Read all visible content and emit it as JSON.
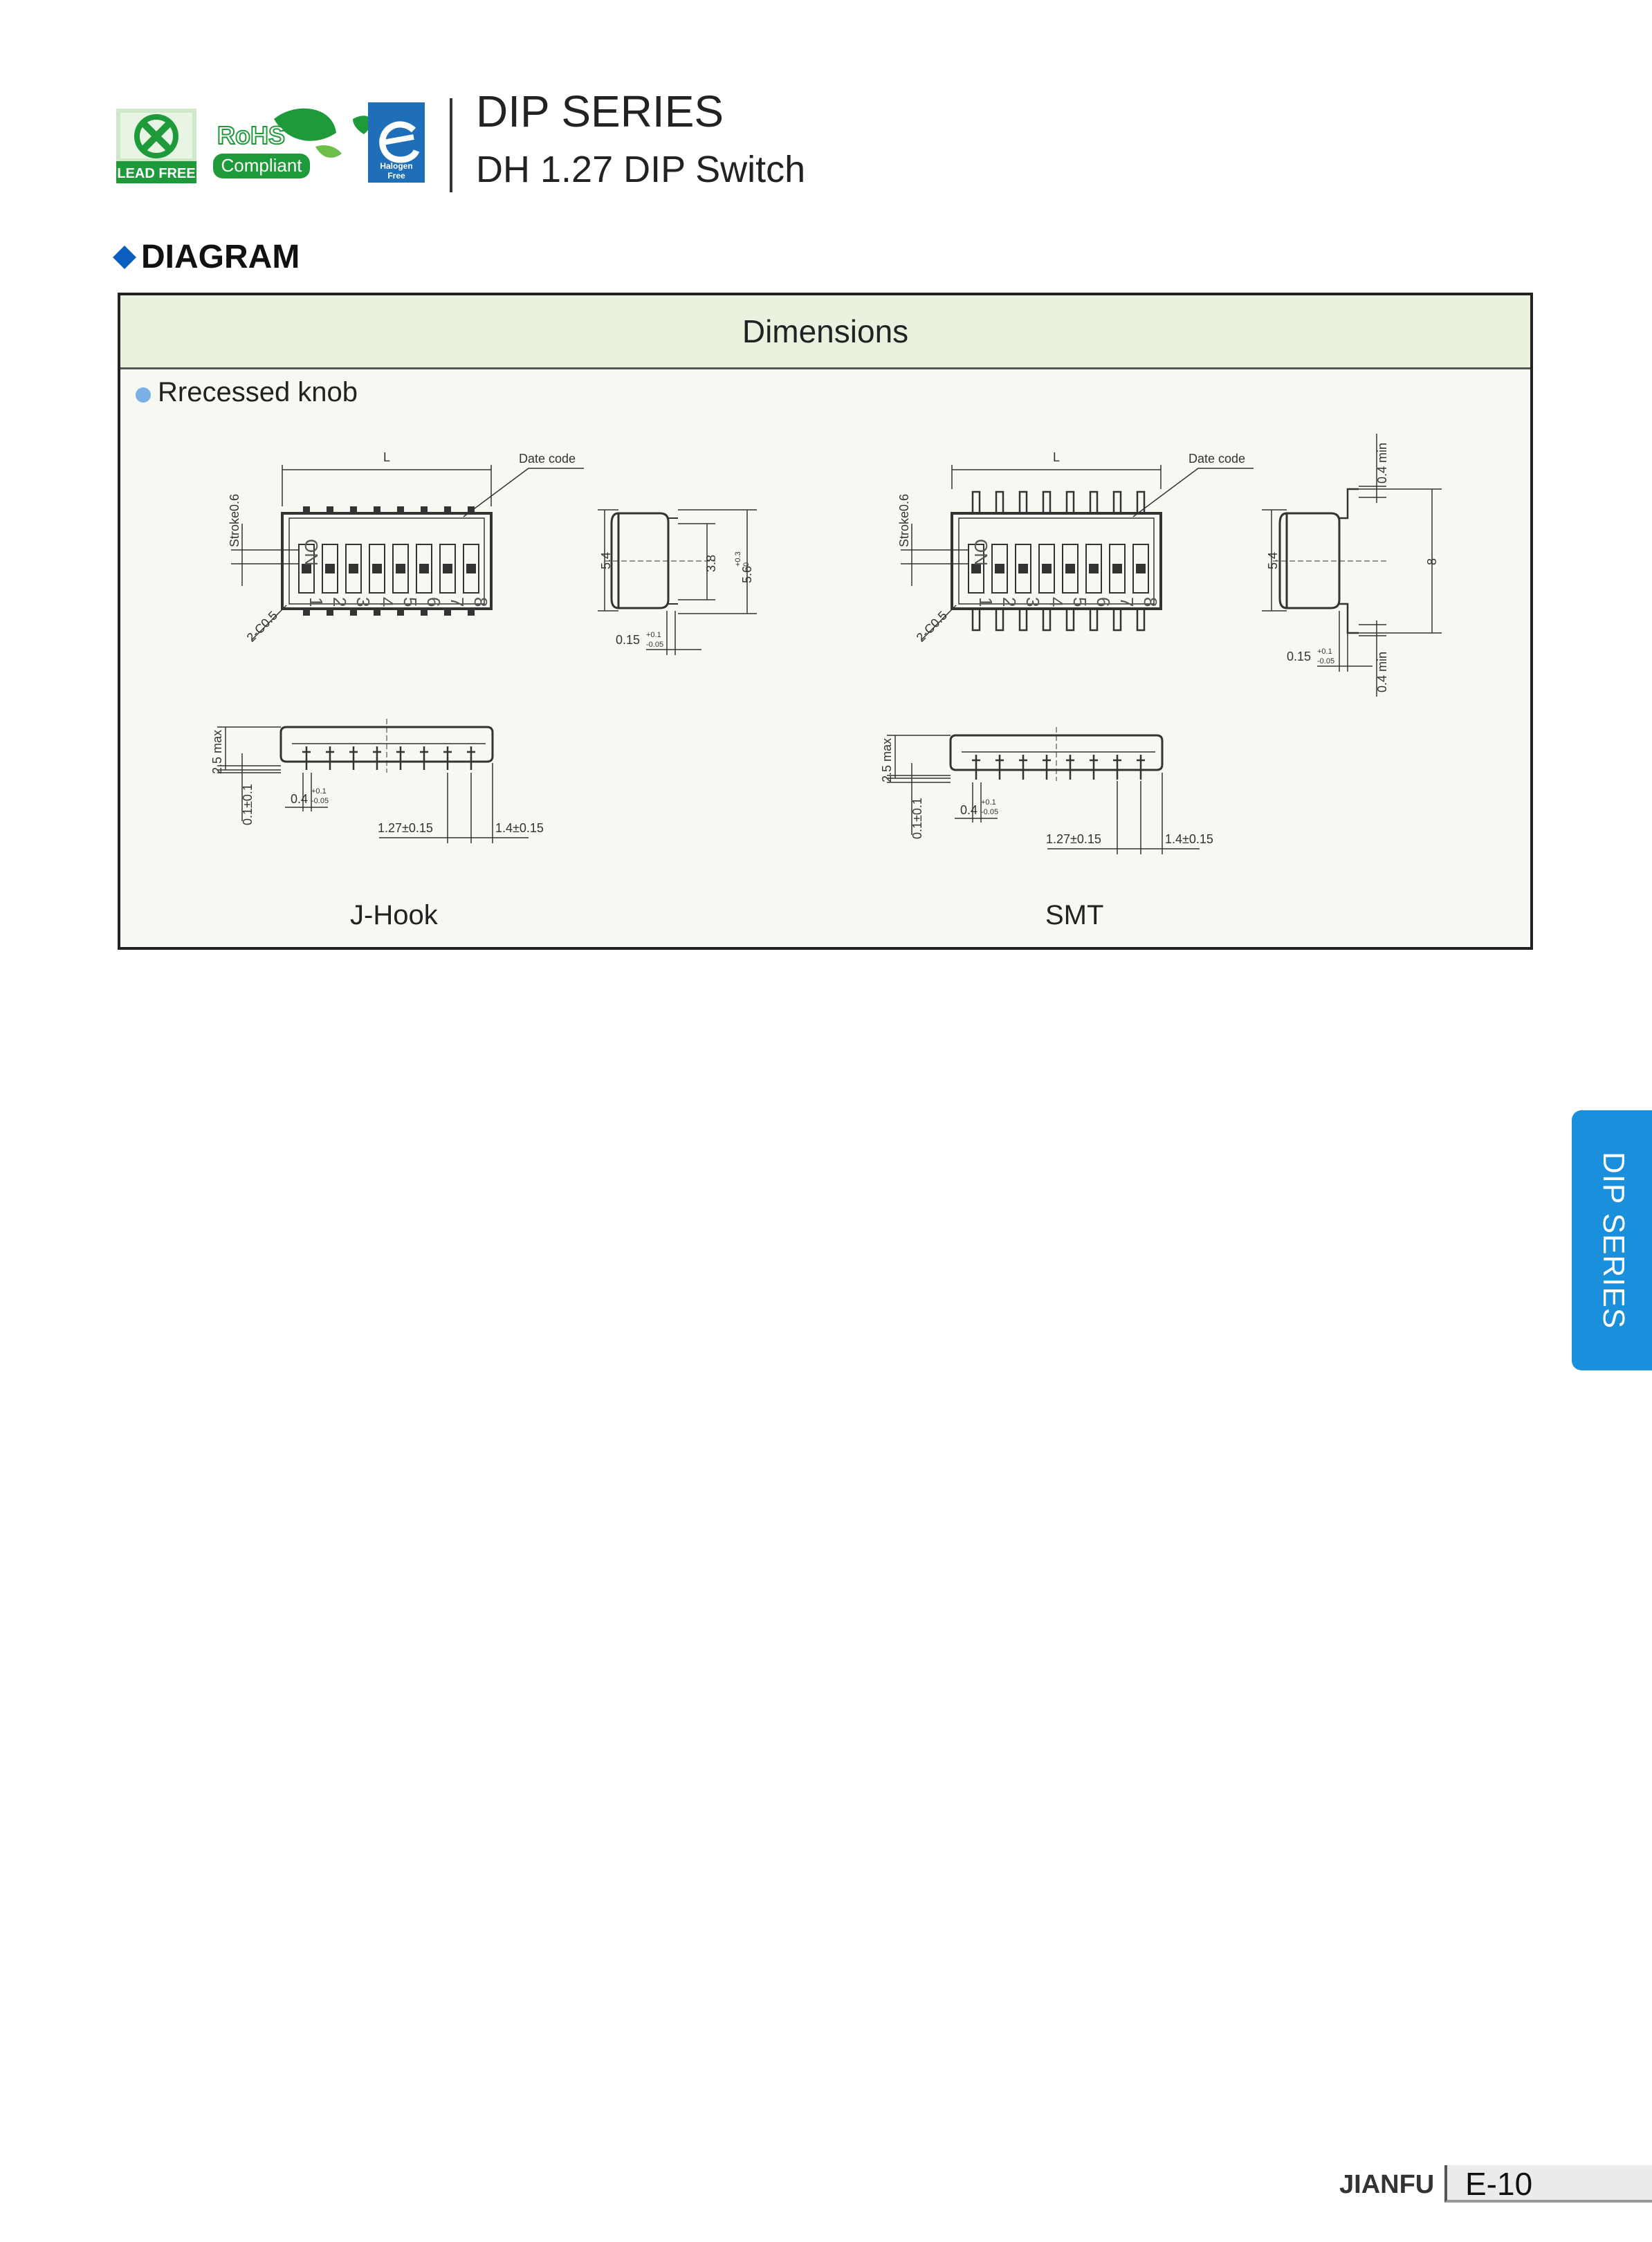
{
  "header": {
    "logos": {
      "lead_free": "LEAD FREE",
      "rohs_top": "RoHS",
      "rohs_bottom": "Compliant",
      "halogen_1": "Halogen",
      "halogen_2": "Free"
    },
    "title": "DIP SERIES",
    "subtitle": "DH 1.27 DIP Switch"
  },
  "section": {
    "heading": "DIAGRAM"
  },
  "panel": {
    "header": "Dimensions",
    "bullet": "Rrecessed knob",
    "variants": [
      "J-Hook",
      "SMT"
    ]
  },
  "drawing": {
    "length": "L",
    "date_code": "Date code",
    "stroke": "Stroke0.6",
    "chamfer": "2-C0.5",
    "on_label": "ON",
    "switch_numbers": [
      "1",
      "2",
      "3",
      "4",
      "5",
      "6",
      "7",
      "8"
    ],
    "dim_5_4": "5.4",
    "dim_3_8": "3.8",
    "dim_5_6": "5.6",
    "dim_5_6_tol_plus": "+0.3",
    "dim_5_6_tol_minus": "0",
    "dim_0_15": "0.15",
    "tol_plus": "+0.1",
    "tol_minus": "-0.05",
    "dim_8": "8",
    "dim_0_4_min": "0.4 min",
    "dim_2_5_max": "2.5 max",
    "dim_0_1": "0.1±0.1",
    "dim_0_4": "0.4",
    "dim_1_27": "1.27±0.15",
    "dim_1_4": "1.4±0.15"
  },
  "side_tab": "DIP SERIES",
  "footer": {
    "brand": "JIANFU",
    "page": "E-10"
  },
  "colors": {
    "accent_blue": "#1a8fdc",
    "panel_header_bg": "#e9f2df",
    "lead_free_green": "#1f9a3a"
  }
}
